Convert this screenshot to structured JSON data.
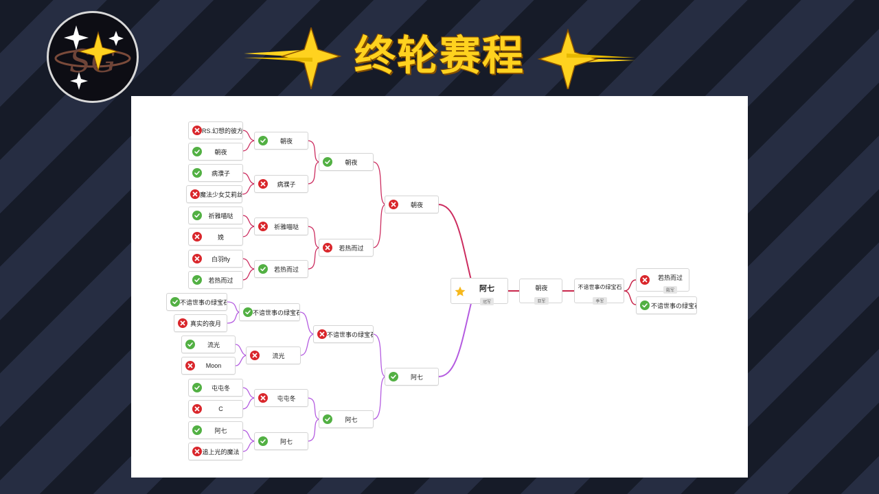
{
  "header": {
    "title": "终轮赛程",
    "logo_icon": "sparkle-emblem-icon"
  },
  "colors": {
    "top_bracket": "#cc2c5f",
    "bottom_bracket": "#b45be0",
    "center_line": "#c8254a",
    "win": "#52b043",
    "lose": "#d9262b",
    "title": "#ffd21f"
  },
  "bracket": {
    "round1": [
      {
        "name": "RS.幻想的彼方",
        "result": "lose"
      },
      {
        "name": "朝夜",
        "result": "win"
      },
      {
        "name": "病濮子",
        "result": "win"
      },
      {
        "name": "魔法少女艾莉丝",
        "result": "lose"
      },
      {
        "name": "祈雅喵哒",
        "result": "win"
      },
      {
        "name": "娩",
        "result": "lose"
      },
      {
        "name": "白羽fly",
        "result": "lose"
      },
      {
        "name": "若热而过",
        "result": "win"
      },
      {
        "name": "不谙世事の绿宝石",
        "result": "win"
      },
      {
        "name": "真实的夜月",
        "result": "lose"
      },
      {
        "name": "流光",
        "result": "win"
      },
      {
        "name": "Moon",
        "result": "lose"
      },
      {
        "name": "屯屯冬",
        "result": "win"
      },
      {
        "name": "C",
        "result": "lose"
      },
      {
        "name": "阿七",
        "result": "win"
      },
      {
        "name": "追上光的魔法",
        "result": "lose"
      }
    ],
    "round2": [
      {
        "name": "朝夜",
        "result": "win"
      },
      {
        "name": "病濮子",
        "result": "lose"
      },
      {
        "name": "祈雅喵哒",
        "result": "lose"
      },
      {
        "name": "若热而过",
        "result": "win"
      },
      {
        "name": "不谙世事の绿宝石",
        "result": "win"
      },
      {
        "name": "流光",
        "result": "lose"
      },
      {
        "name": "屯屯冬",
        "result": "lose"
      },
      {
        "name": "阿七",
        "result": "win"
      }
    ],
    "round3": [
      {
        "name": "朝夜",
        "result": "win"
      },
      {
        "name": "若热而过",
        "result": "lose"
      },
      {
        "name": "不谙世事の绿宝石",
        "result": "lose"
      },
      {
        "name": "阿七",
        "result": "win"
      }
    ],
    "semi": [
      {
        "name": "朝夜",
        "result": "lose"
      },
      {
        "name": "阿七",
        "result": "win"
      }
    ],
    "champion": {
      "name": "阿七",
      "badge": "冠军",
      "icon": "star-icon"
    },
    "runner_up": {
      "name": "朝夜",
      "badge": "亚军"
    },
    "third": {
      "name": "不谙世事の绿宝石",
      "badge": "季军"
    },
    "third_place_match": [
      {
        "name": "若热而过",
        "badge": "殿军",
        "result": "lose"
      },
      {
        "name": "不谙世事の绿宝石",
        "result": "win"
      }
    ]
  }
}
